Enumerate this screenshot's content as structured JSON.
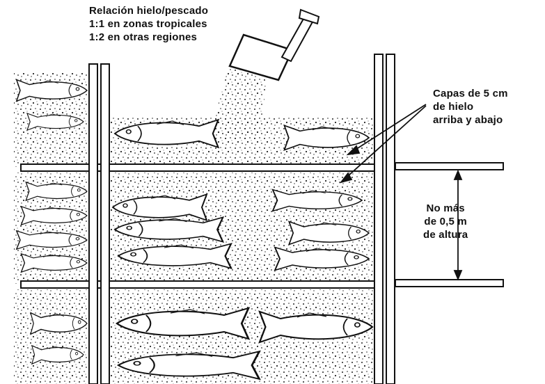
{
  "labels": {
    "ratio": {
      "title": "Relación hielo/pescado",
      "line1": "1:1 en zonas tropicales",
      "line2": "1:2 en otras regiones"
    },
    "layers": {
      "line1": "Capas de 5 cm",
      "line2": "de hielo",
      "line3": "arriba y abajo"
    },
    "height": {
      "line1": "No más",
      "line2": "de 0,5 m",
      "line3": "de altura"
    }
  }
}
